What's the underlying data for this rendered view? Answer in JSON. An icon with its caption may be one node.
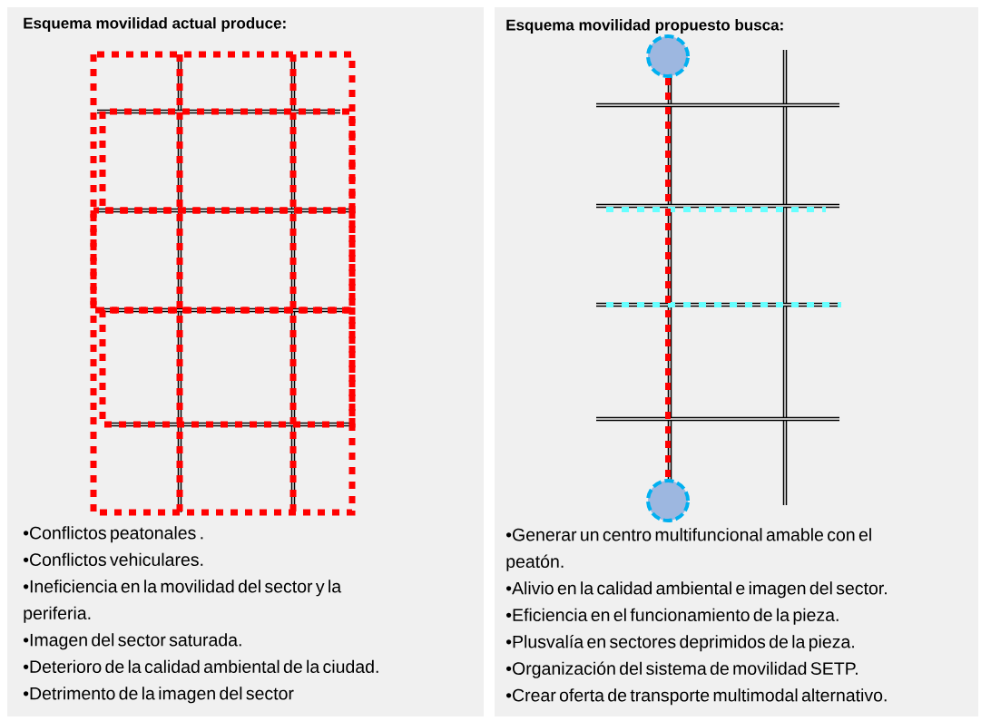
{
  "diagram": {
    "nodes": [
      {
        "text": [
          "Esquema  movilidad actual produce:",
          "•Conflictos peatonales .",
          "•Conflictos vehiculares.",
          "•Ineficiencia en la movilidad del sector y la periferia.",
          "•Imagen del sector saturada.",
          "•Deterioro de la calidad ambiental de la ciudad.",
          "•Detrimento de la imagen del sector"
        ]
      },
      {
        "text": [
          "Esquema  movilidad propuesto busca:",
          "•Generar un centro multifuncional amable con el peatón.",
          "•Alivio en la calidad ambiental e imagen del sector.",
          "•Eficiencia en el funcionamiento de la pieza.",
          "•Plusvalía en sectores deprimidos de la pieza.",
          "•Organización del sistema de movilidad SETP.",
          "•Crear oferta de transporte multimodal alternativo."
        ]
      },
      {
        "text": [],
        "shape": "circle",
        "in": 1
      },
      {
        "text": [],
        "shape": "circle",
        "in": 1
      }
    ],
    "edges": [
      {
        "from": 2,
        "to": 3,
        "arrow": "none",
        "style": "dashed",
        "color": "#ff0000"
      }
    ]
  }
}
